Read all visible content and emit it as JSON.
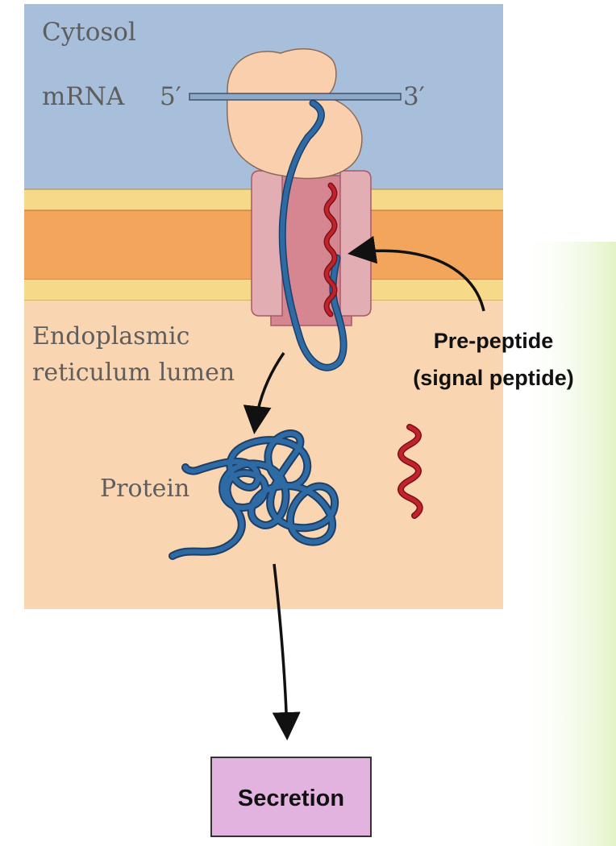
{
  "labels": {
    "cytosol": "Cytosol",
    "mrna": "mRNA",
    "five_prime": "5′",
    "three_prime": "3′",
    "er_lumen_line1": "Endoplasmic",
    "er_lumen_line2": "reticulum lumen",
    "protein": "Protein",
    "prepeptide_line1": "Pre-peptide",
    "prepeptide_line2": "(signal peptide)",
    "secretion": "Secretion"
  },
  "colors": {
    "cytosol": "#a8bfdb",
    "membrane_outer": "#f7d98a",
    "membrane_core": "#f4a55c",
    "lumen": "#fad5b2",
    "ribosome": "#f9cfae",
    "channel": "#e2aeb4",
    "channel_pore": "#d68690",
    "protein_chain": "#2e6aa4",
    "signal_peptide": "#c0232b",
    "secretion_box": "#e3b3e0",
    "green_tint": "#e6f5cc"
  },
  "icons": {
    "arrow_prepeptide": "curved-arrow-icon",
    "arrow_to_protein": "curved-arrow-icon",
    "arrow_to_secretion": "down-arrow-icon"
  }
}
